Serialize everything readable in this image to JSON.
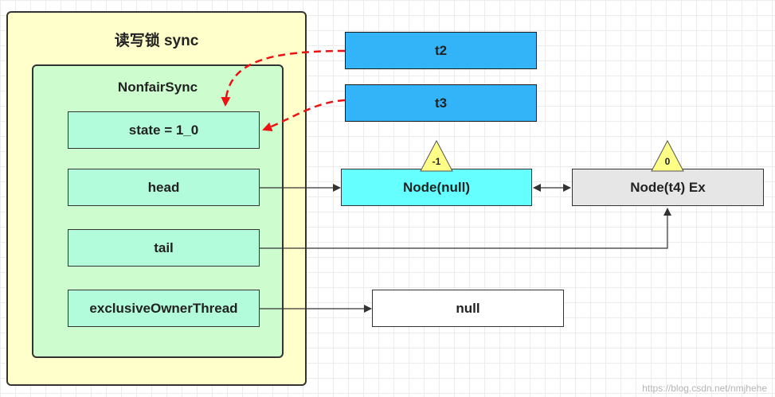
{
  "outer": {
    "title": "读写锁 sync"
  },
  "inner": {
    "title": "NonfairSync"
  },
  "fields": {
    "state": "state = 1_0",
    "head": "head",
    "tail": "tail",
    "owner": "exclusiveOwnerThread"
  },
  "threads": {
    "t2": "t2",
    "t3": "t3"
  },
  "nodes": {
    "head_node": {
      "label": "Node(null)",
      "wait_status": "-1"
    },
    "t4_node": {
      "label": "Node(t4) Ex",
      "wait_status": "0"
    },
    "null_box": "null"
  },
  "watermark": "https://blog.csdn.net/nmjhehe",
  "colors": {
    "outer_bg": "#ffffcc",
    "inner_bg": "#cdfccf",
    "field_bg": "#b2fcdc",
    "thread_bg": "#33b3f8",
    "head_node_bg": "#66ffff",
    "t4_node_bg": "#e6e6e6",
    "status_triangle": "#ffff88",
    "cas_arrow": "#ee1111"
  }
}
